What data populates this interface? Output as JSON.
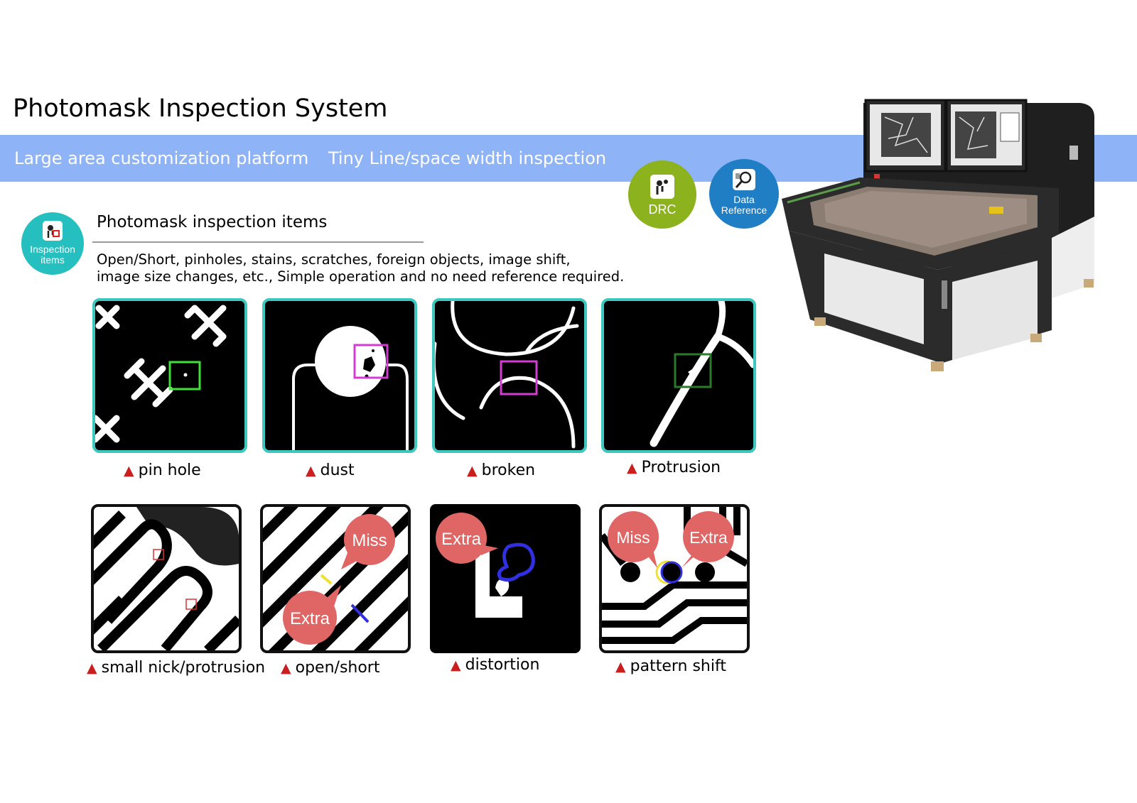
{
  "header": {
    "title": "Photomask Inspection System",
    "tagline_left": "Large area customization platform",
    "tagline_right": "Tiny Line/space width inspection"
  },
  "badges": {
    "inspection_line1": "Inspection",
    "inspection_line2": "items",
    "drc": "DRC",
    "data_line1": "Data",
    "data_line2": "Reference"
  },
  "section": {
    "heading": "Photomask inspection items",
    "description_line1": "Open/Short, pinholes, stains, scratches, foreign objects, image shift,",
    "description_line2": "image size changes, etc., Simple operation and no need reference required."
  },
  "marker_symbol": "▲",
  "defects_row1": [
    "pin hole",
    "dust",
    "broken",
    "Protrusion"
  ],
  "defects_row2": [
    "small nick/protrusion",
    "open/short",
    "distortion",
    "pattern shift"
  ],
  "callouts": {
    "miss": "Miss",
    "extra": "Extra"
  },
  "colors": {
    "band": "#8fb3f7",
    "tile_border": "#3dc7be",
    "marker": "#c91f1f",
    "callout": "#e06565"
  }
}
